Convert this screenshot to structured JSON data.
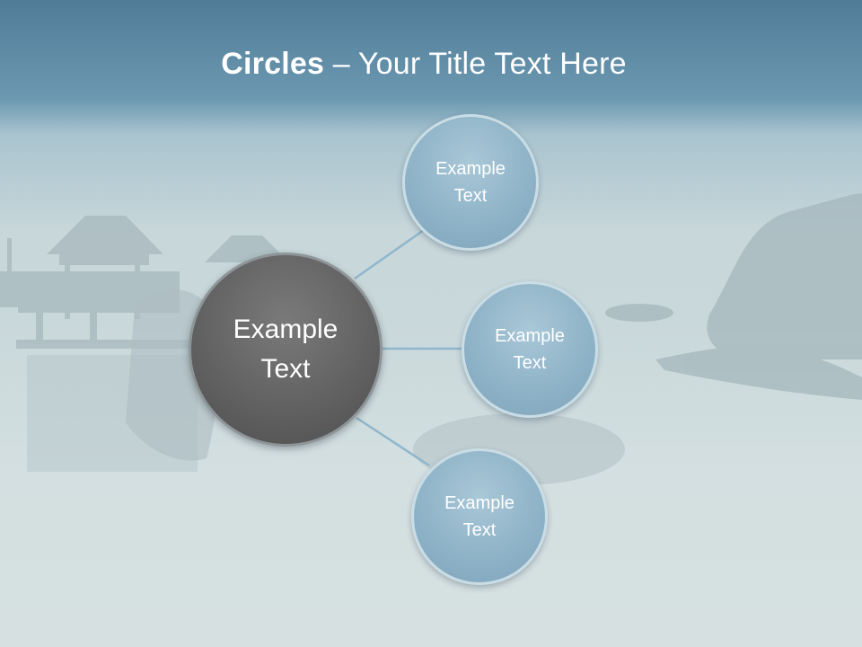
{
  "slide": {
    "title_bold": "Circles",
    "title_rest": " – Your Title Text Here"
  },
  "diagram": {
    "center_label": "Example Text",
    "satellites": [
      {
        "label": "Example Text"
      },
      {
        "label": "Example Text"
      },
      {
        "label": "Example Text"
      }
    ]
  },
  "colors": {
    "center_fill": "#626262",
    "satellite_fill": "#8fb3c7",
    "connector": "#8fb6cc",
    "title_text": "#ffffff"
  }
}
